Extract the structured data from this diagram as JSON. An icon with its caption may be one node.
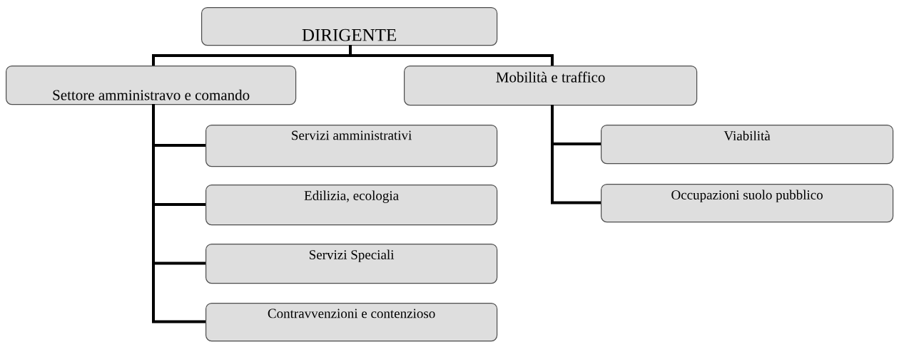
{
  "diagram": {
    "nodes": [
      {
        "text": [
          "DIRIGENTE"
        ]
      },
      {
        "text": [
          "Settore  amministravo e comando"
        ]
      },
      {
        "text": [
          "Mobilità e traffico"
        ]
      },
      {
        "text": [
          "Servizi amministrativi"
        ]
      },
      {
        "text": [
          "Edilizia, ecologia"
        ]
      },
      {
        "text": [
          "Servizi Speciali"
        ]
      },
      {
        "text": [
          "Contravvenzioni e contenzioso"
        ]
      },
      {
        "text": [
          "Viabilità"
        ]
      },
      {
        "text": [
          "Occupazioni suolo pubblico"
        ]
      }
    ],
    "edges": [
      {
        "from": 0,
        "to": 1,
        "arrow": "none"
      },
      {
        "from": 0,
        "to": 2,
        "arrow": "none"
      },
      {
        "from": 1,
        "to": 3,
        "arrow": "none"
      },
      {
        "from": 1,
        "to": 4,
        "arrow": "none"
      },
      {
        "from": 1,
        "to": 5,
        "arrow": "none"
      },
      {
        "from": 1,
        "to": 6,
        "arrow": "none"
      },
      {
        "from": 2,
        "to": 7,
        "arrow": "none"
      },
      {
        "from": 2,
        "to": 8,
        "arrow": "none"
      }
    ]
  }
}
